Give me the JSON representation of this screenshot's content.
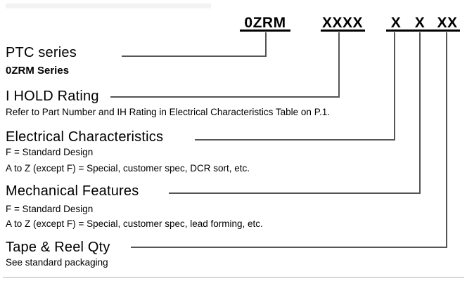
{
  "code": {
    "series": "0ZRM",
    "ihold": "XXXX",
    "elec_x": "X",
    "mech_x": "X",
    "tape_xx": "XX"
  },
  "sections": {
    "ptc": {
      "title": "PTC series",
      "subtitle": "0ZRM Series"
    },
    "ihold": {
      "title": "I HOLD Rating",
      "desc": "Refer to Part Number and IH Rating in Electrical Characteristics Table on P.1."
    },
    "elec": {
      "title": "Electrical Characteristics",
      "line1": "F = Standard Design",
      "line2": "A to Z (except F) = Special, customer spec, DCR sort, etc."
    },
    "mech": {
      "title": "Mechanical Features",
      "line1": "F = Standard Design",
      "line2": "A to Z (except F) = Special, customer spec, lead forming, etc."
    },
    "tape": {
      "title": "Tape & Reel Qty",
      "desc": "See standard packaging"
    }
  },
  "colors": {
    "text": "#000000",
    "connector": "#555555",
    "underline": "#000000",
    "bottom_rule": "#d8d8d8"
  }
}
